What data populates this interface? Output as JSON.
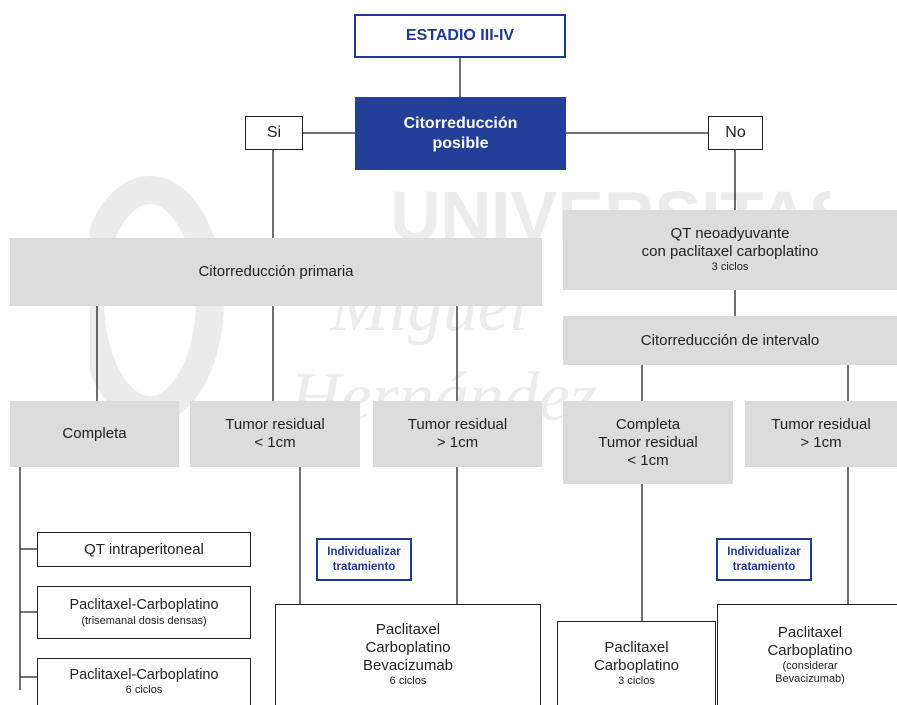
{
  "watermark": {
    "line1": "UNIVERSITAS",
    "line2": "Miguel",
    "line3": "Hernández"
  },
  "nodes": {
    "stage": "ESTADIO III-IV",
    "cyto_possible": [
      "Citorreducción",
      "posible"
    ],
    "yes": "Si",
    "no": "No",
    "primary_cyto": "Citorreducción primaria",
    "neoadj": [
      "QT neoadyuvante",
      "con paclitaxel carboplatino",
      "3 ciclos"
    ],
    "interval_cyto": "Citorreducción de intervalo",
    "complete": "Completa",
    "residual_lt": [
      "Tumor residual",
      "< 1cm"
    ],
    "residual_gt": [
      "Tumor residual",
      "> 1cm"
    ],
    "complete_residual": [
      "Completa",
      "Tumor residual",
      "< 1cm"
    ],
    "residual_gt_right": [
      "Tumor residual",
      "> 1cm"
    ],
    "individualize_left": [
      "Individualizar",
      "tratamiento"
    ],
    "individualize_right": [
      "Individualizar",
      "tratamiento"
    ],
    "qt_ip": "QT intraperitoneal",
    "pc_dense": [
      "Paclitaxel-Carboplatino",
      "(trisemanal dosis densas)"
    ],
    "pc_6": [
      "Paclitaxel-Carboplatino",
      "6 ciclos"
    ],
    "pcb": [
      "Paclitaxel",
      "Carboplatino",
      "Bevacizumab",
      "6 ciclos"
    ],
    "pc_3": [
      "Paclitaxel",
      "Carboplatino",
      "3 ciclos"
    ],
    "pc_bev": [
      "Paclitaxel",
      "Carboplatino",
      "(considerar",
      "Bevacizumab)"
    ]
  },
  "colors": {
    "navy": "#243f97",
    "gray_box": "#dcdcdc",
    "watermark": "#ececec"
  }
}
